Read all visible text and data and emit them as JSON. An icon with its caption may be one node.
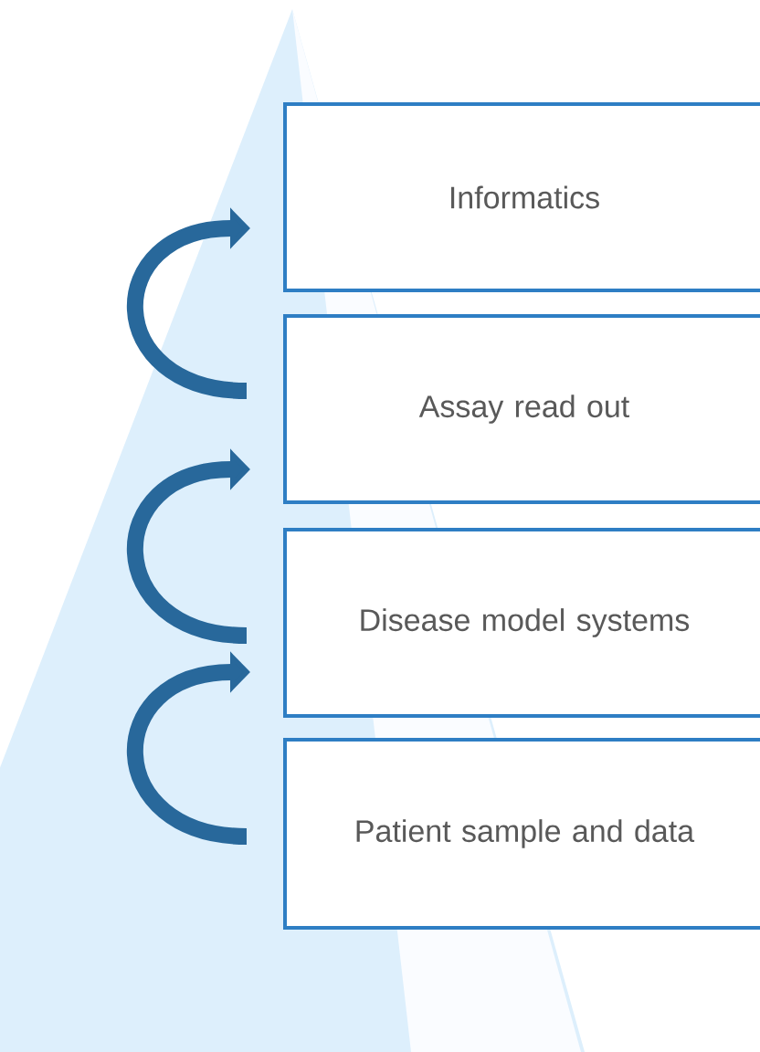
{
  "diagram": {
    "nodes": [
      {
        "text": [
          "Informatics"
        ]
      },
      {
        "text": [
          "Assay read out"
        ]
      },
      {
        "text": [
          "Disease model systems"
        ]
      },
      {
        "text": [
          "Patient sample and data"
        ]
      }
    ],
    "edges": [
      {
        "from": 1,
        "to": 0,
        "arrow": "to"
      },
      {
        "from": 2,
        "to": 1,
        "arrow": "to"
      },
      {
        "from": 3,
        "to": 2,
        "arrow": "to"
      }
    ]
  }
}
